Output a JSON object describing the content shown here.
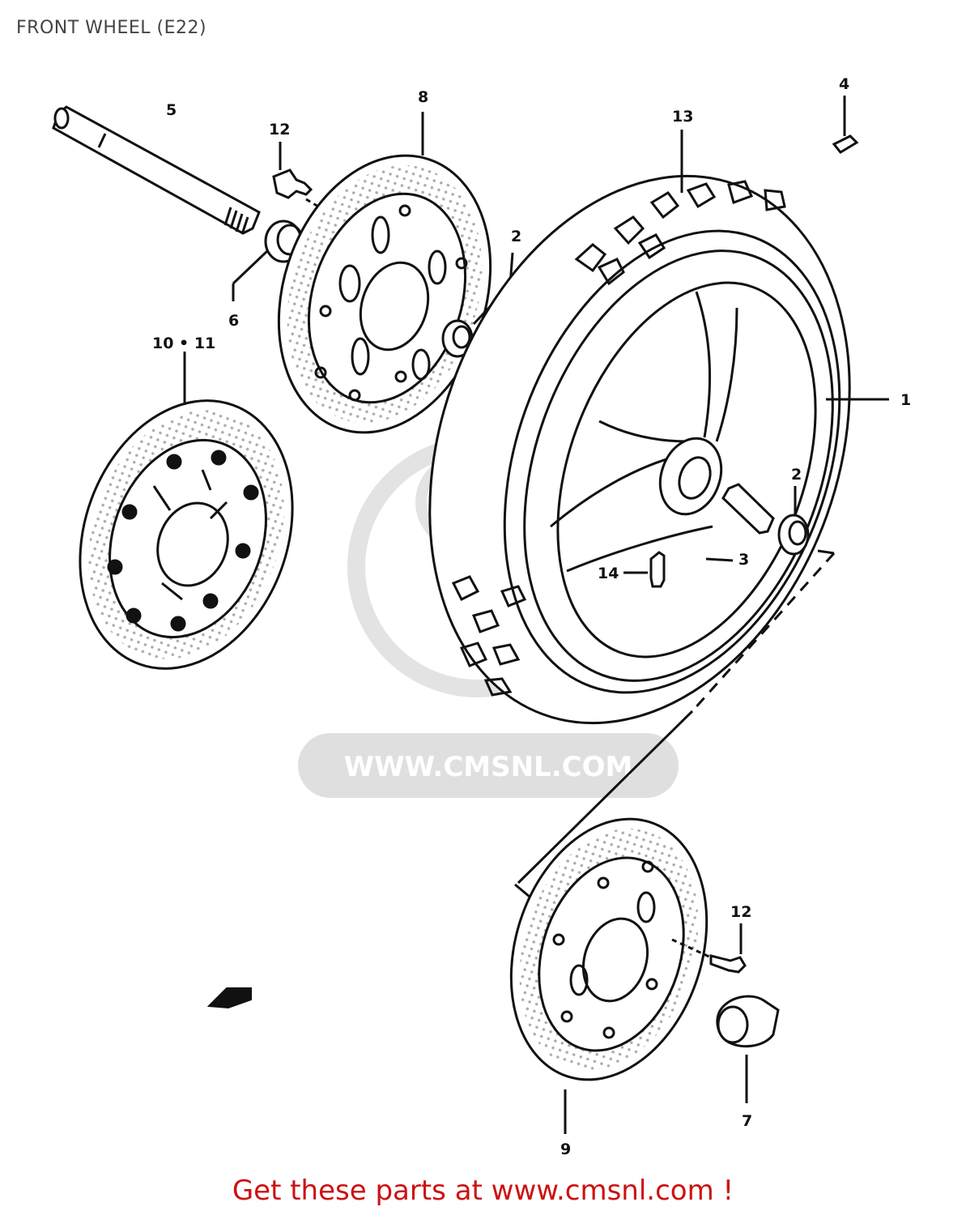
{
  "title": "FRONT WHEEL (E22)",
  "watermark": "WWW.CMSNL.COM",
  "footer": "Get these parts at www.cmsnl.com !",
  "colors": {
    "footer": "#cc1111",
    "line": "#111111",
    "watermark": "#dddddd"
  },
  "callouts": {
    "c1": "1",
    "c2a": "2",
    "c2b": "2",
    "c3": "3",
    "c4": "4",
    "c5": "5",
    "c6": "6",
    "c7": "7",
    "c8": "8",
    "c9": "9",
    "c10_11": "10 • 11",
    "c12a": "12",
    "c12b": "12",
    "c13": "13",
    "c14": "14"
  }
}
